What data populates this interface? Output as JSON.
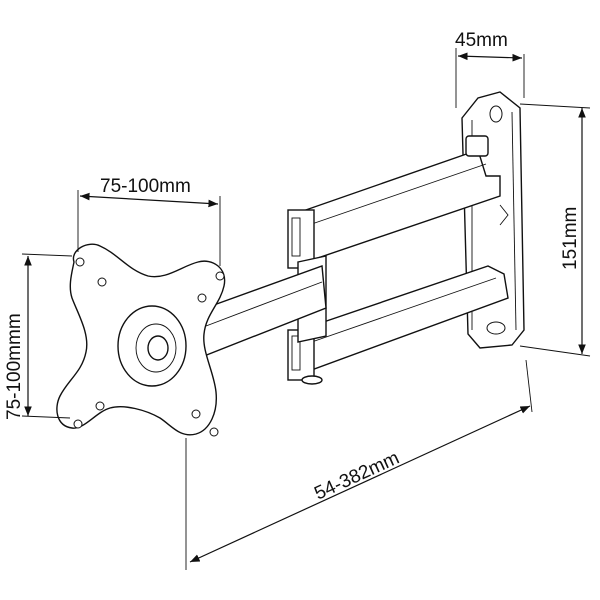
{
  "dimensions": {
    "depth": "45mm",
    "height": "151mm",
    "vesa_horizontal": "75-100mm",
    "vesa_vertical": "75-100mmm",
    "extension": "54-382mm"
  }
}
